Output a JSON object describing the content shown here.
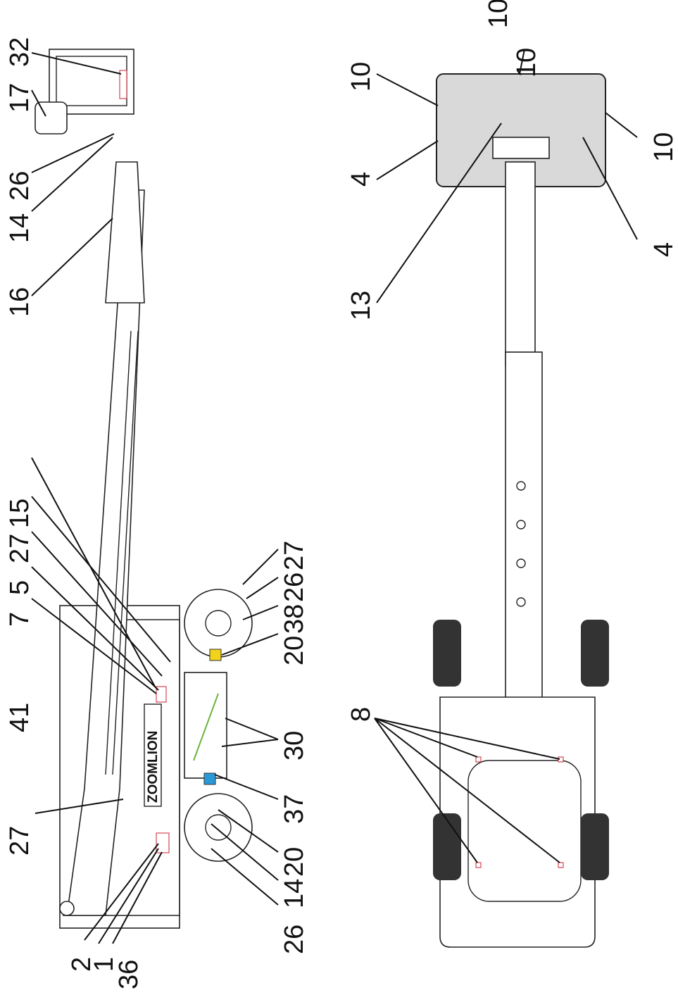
{
  "diagram": {
    "left_view": {
      "brand": "ZOOMLION",
      "callouts_top": [
        "41",
        "7",
        "5",
        "27",
        "15"
      ],
      "callouts_upper_right": [
        "32",
        "17",
        "26",
        "14",
        "16"
      ],
      "callouts_bottom": [
        "2",
        "1",
        "36",
        "26",
        "14",
        "20",
        "37",
        "30",
        "20",
        "38",
        "26",
        "27"
      ],
      "callout_left": "27"
    },
    "right_view": {
      "callouts_top": [
        "10",
        "10",
        "10",
        "10",
        "4",
        "4",
        "13"
      ],
      "callout_decals": "8"
    }
  }
}
